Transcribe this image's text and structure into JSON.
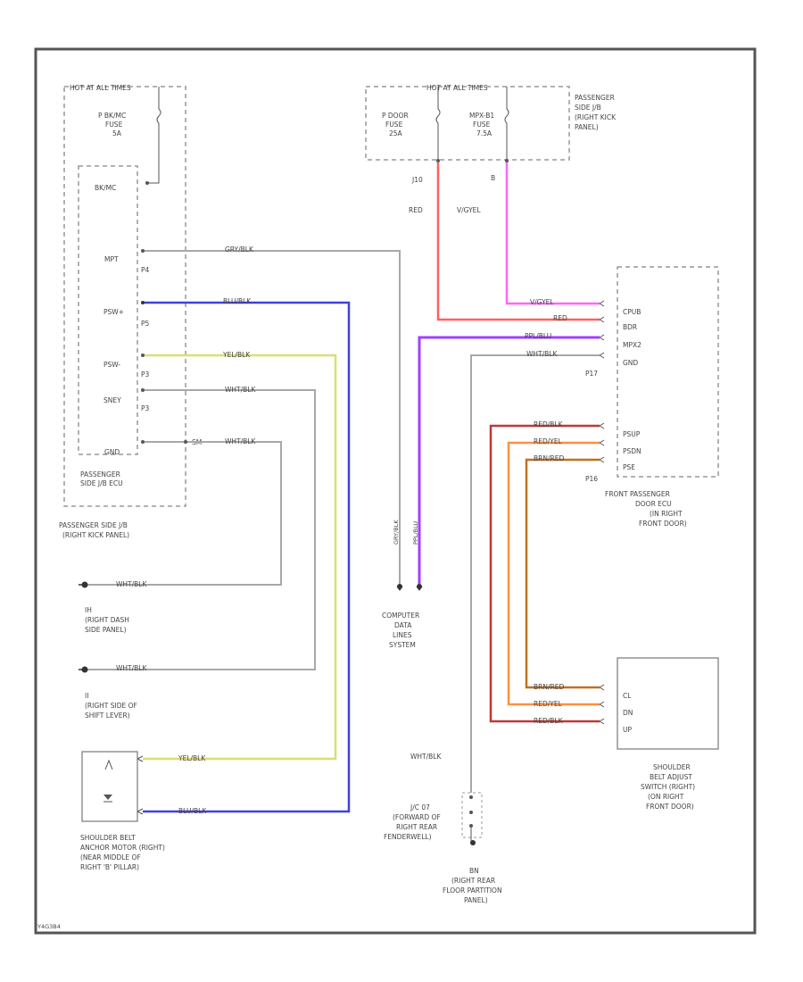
{
  "colors": {
    "frame": "#555555",
    "box": "#999999",
    "wire_gray": "#a8a8a8",
    "wire_red": "#ff6060",
    "wire_pink": "#ff66ff",
    "wire_blue": "#4040e0",
    "wire_purple": "#a040ff",
    "wire_yellow": "#d8e070",
    "wire_darkred": "#c03838",
    "wire_orange": "#ff9040",
    "wire_brown": "#c07020",
    "text": "#444444"
  },
  "footer": {
    "code": "Y4G3B4"
  },
  "hot_at_all_times_left": "HOT AT ALL TIMES",
  "hot_at_all_times_right": "HOT AT ALL TIMES",
  "fuses": {
    "p_bk_fuse": [
      "P BK/MC",
      "FUSE",
      "5A"
    ],
    "p_door_fuse": [
      "P DOOR",
      "FUSE",
      "25A"
    ],
    "mpx_fuse": [
      "MPX-B1",
      "FUSE",
      "7.5A"
    ]
  },
  "passenger_jb_label": [
    "PASSENGER",
    "SIDE J/B",
    "(RIGHT KICK",
    "PANEL)"
  ],
  "jb_ecu": {
    "pins": [
      {
        "name": "BK/MC",
        "connector": ""
      },
      {
        "name": "MPT",
        "connector": "P4"
      },
      {
        "name": "PSW+",
        "connector": "P5"
      },
      {
        "name": "PSW-",
        "connector": "P3"
      },
      {
        "name": "SNEY",
        "connector": "P3"
      },
      {
        "name": "GND",
        "connector": ""
      }
    ],
    "label": [
      "PASSENGER",
      "SIDE J/B ECU"
    ],
    "sub_label": [
      "PASSENGER SIDE J/B",
      "(RIGHT KICK PANEL)"
    ],
    "splice": "SM"
  },
  "wire_labels": {
    "gry_blk": "GRY/BLK",
    "blu_blk_top": "BLU/BLK",
    "yel_blk_top": "YEL/BLK",
    "wht_blk_sney": "WHT/BLK",
    "wht_blk_gnd": "WHT/BLK",
    "j10": "J10",
    "b": "B",
    "red": "RED",
    "v_yel": "V/GYEL",
    "v_yel_pin": "V/GYEL",
    "red_pin": "RED",
    "ppl_blu": "PPL/BLU",
    "wht_blk_gnd2": "WHT/BLK",
    "red_blk_1": "RED/BLK",
    "red_yel_1": "RED/YEL",
    "brn_red_1": "BRN/RED",
    "brn_red_2": "BRN/RED",
    "red_yel_2": "RED/YEL",
    "red_blk_2": "RED/BLK",
    "gry_blk_v": "GRY/BLK",
    "ppl_blu_v": "PPL/BLU",
    "wht_blk_g1": "WHT/BLK",
    "wht_blk_g2": "WHT/BLK",
    "yel_blk_m": "YEL/BLK",
    "blu_blk_m": "BLU/BLK",
    "wht_blk_bottom": "WHT/BLK"
  },
  "front_door_ecu": {
    "pins_top": [
      "CPUB",
      "BDR",
      "MPX2",
      "GND"
    ],
    "pins_bottom": [
      "PSUP",
      "PSDN",
      "PSE"
    ],
    "connector_top": "P17",
    "connector_bottom": "P16",
    "label": [
      "FRONT PASSENGER",
      "DOOR ECU",
      "(IN RIGHT",
      "FRONT DOOR)"
    ]
  },
  "belt_switch": {
    "pins": [
      "CL",
      "DN",
      "UP"
    ],
    "label": [
      "SHOULDER",
      "BELT ADJUST",
      "SWITCH (RIGHT)",
      "(ON RIGHT",
      "FRONT DOOR)"
    ]
  },
  "ground_ih": [
    "IH",
    "(RIGHT DASH",
    "SIDE PANEL)"
  ],
  "ground_ii": [
    "II",
    "(RIGHT SIDE OF",
    "SHIFT LEVER)"
  ],
  "computer_data": [
    "COMPUTER",
    "DATA",
    "LINES",
    "SYSTEM"
  ],
  "motor_label": [
    "SHOULDER BELT",
    "ANCHOR MOTOR (RIGHT)",
    "(NEAR MIDDLE OF",
    "RIGHT 'B' PILLAR)"
  ],
  "junction_label": [
    "J/C 07",
    "(FORWARD OF",
    "RIGHT REAR",
    "FENDERWELL)"
  ],
  "ground_bottom": [
    "BN",
    "(RIGHT REAR",
    "FLOOR PARTITION",
    "PANEL)"
  ]
}
